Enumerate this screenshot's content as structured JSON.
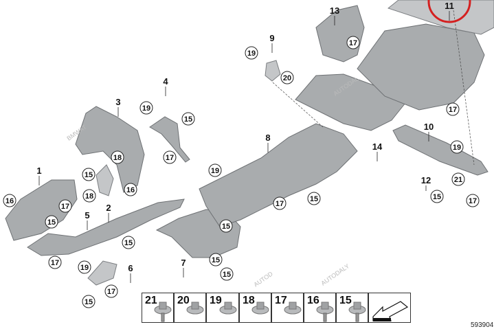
{
  "diagram": {
    "part_labels": [
      "1",
      "2",
      "3",
      "4",
      "5",
      "6",
      "7",
      "8",
      "9",
      "10",
      "11",
      "12",
      "13",
      "14"
    ],
    "callouts": [
      "16",
      "17",
      "15",
      "18",
      "19",
      "15",
      "17",
      "15",
      "18",
      "16",
      "15",
      "17",
      "19",
      "15",
      "17",
      "15",
      "15",
      "15",
      "19",
      "17",
      "15",
      "19",
      "20",
      "17",
      "17",
      "19",
      "21",
      "15",
      "17"
    ],
    "highlight_label": "11",
    "highlight_color": "#d42020",
    "watermarks": [
      "BMWAT",
      "AUTODAL",
      "AUTOD",
      "AUTODALY"
    ],
    "diagram_number": "593904"
  },
  "legend": {
    "items": [
      {
        "number": "21",
        "icon": "screw-icon"
      },
      {
        "number": "20",
        "icon": "flange-nut-icon"
      },
      {
        "number": "19",
        "icon": "clip-nut-icon"
      },
      {
        "number": "18",
        "icon": "nut-icon"
      },
      {
        "number": "17",
        "icon": "washer-nut-icon"
      },
      {
        "number": "16",
        "icon": "rivet-icon"
      },
      {
        "number": "15",
        "icon": "screw-icon"
      }
    ],
    "arrow_icon": "direction-arrow-icon"
  }
}
